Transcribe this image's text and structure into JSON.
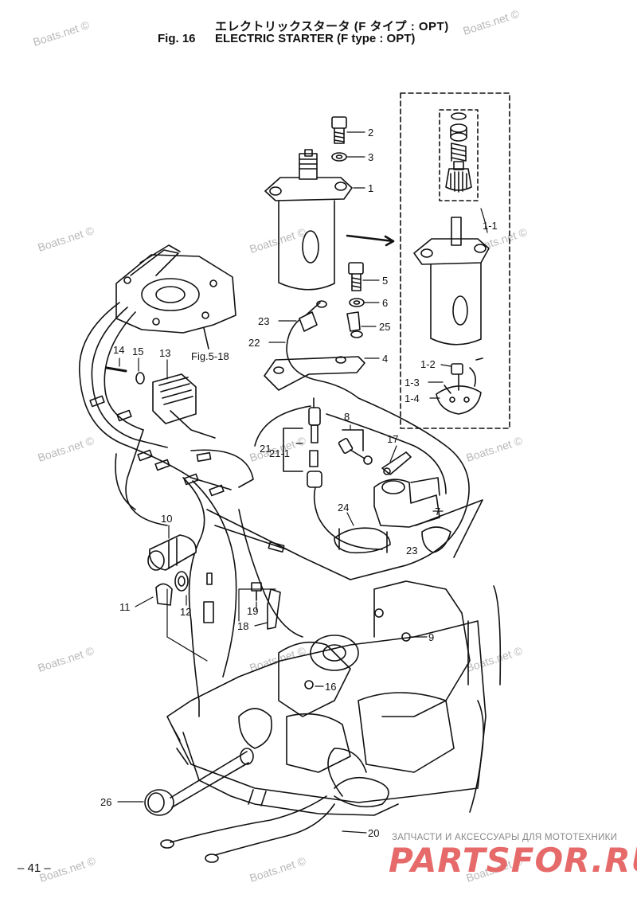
{
  "header": {
    "title_jp": "エレクトリックスタータ (F タイプ : OPT)",
    "fig_label": "Fig. 16",
    "title_en": "ELECTRIC STARTER (F type : OPT)"
  },
  "watermark_text": "Boats.net ©",
  "page_number": "– 41 –",
  "promo": {
    "tagline": "ЗАПЧАСТИ И АКСЕССУАРЫ ДЛЯ МОТОТЕХНИКИ",
    "brand": "PARTSFOR.RU"
  },
  "callouts": [
    {
      "id": "c2",
      "text": "2"
    },
    {
      "id": "c3",
      "text": "3"
    },
    {
      "id": "c1",
      "text": "1"
    },
    {
      "id": "c1-1",
      "text": "1-1"
    },
    {
      "id": "c5",
      "text": "5"
    },
    {
      "id": "c6",
      "text": "6"
    },
    {
      "id": "c25",
      "text": "25"
    },
    {
      "id": "c23a",
      "text": "23"
    },
    {
      "id": "c22",
      "text": "22"
    },
    {
      "id": "c4",
      "text": "4"
    },
    {
      "id": "c1-2",
      "text": "1-2"
    },
    {
      "id": "c1-3",
      "text": "1-3"
    },
    {
      "id": "c1-4",
      "text": "1-4"
    },
    {
      "id": "c14",
      "text": "14"
    },
    {
      "id": "c15",
      "text": "15"
    },
    {
      "id": "c13",
      "text": "13"
    },
    {
      "id": "cfig",
      "text": "Fig.5-18"
    },
    {
      "id": "c8",
      "text": "8"
    },
    {
      "id": "c17",
      "text": "17"
    },
    {
      "id": "c21",
      "text": "21"
    },
    {
      "id": "c21-1",
      "text": "21-1"
    },
    {
      "id": "c7",
      "text": "7"
    },
    {
      "id": "c24",
      "text": "24"
    },
    {
      "id": "c23b",
      "text": "23"
    },
    {
      "id": "c10",
      "text": "10"
    },
    {
      "id": "c11",
      "text": "11"
    },
    {
      "id": "c12",
      "text": "12"
    },
    {
      "id": "c19",
      "text": "19"
    },
    {
      "id": "c18",
      "text": "18"
    },
    {
      "id": "c9",
      "text": "9"
    },
    {
      "id": "c16",
      "text": "16"
    },
    {
      "id": "c26",
      "text": "26"
    },
    {
      "id": "c20",
      "text": "20"
    }
  ]
}
